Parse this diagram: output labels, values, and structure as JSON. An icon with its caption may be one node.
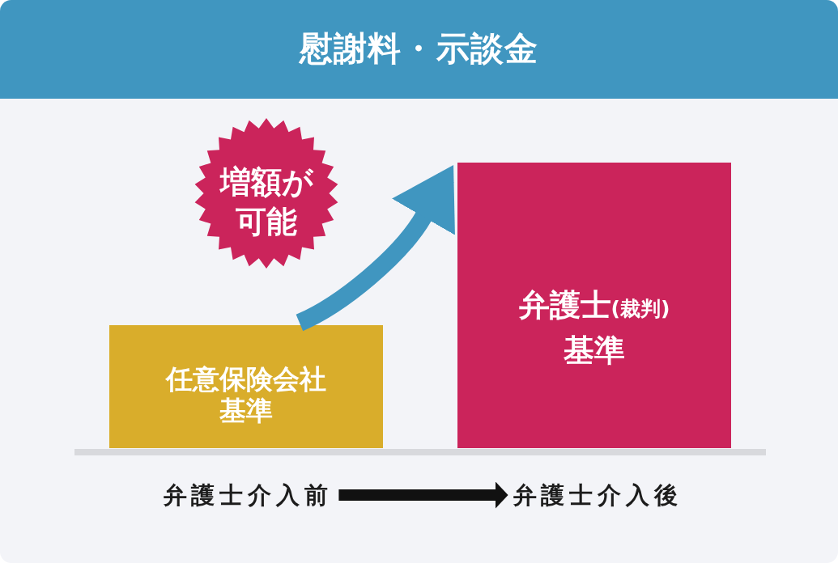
{
  "diagram": {
    "title": "慰謝料・示談金",
    "nodes": [
      {
        "text": [
          "増額が可能"
        ]
      },
      {
        "text": [
          "任意保険会社基準"
        ]
      },
      {
        "text": [
          "弁護士$_{(裁判)}$基準"
        ]
      },
      {
        "text": [
          "弁護士介入前"
        ]
      },
      {
        "text": [
          "弁護士介入後"
        ]
      }
    ],
    "edges": [
      {
        "from": 1,
        "to": 2,
        "arrow": "to",
        "color": "#4096c0"
      },
      {
        "from": 3,
        "to": 4,
        "arrow": "to",
        "color": "#111111"
      }
    ]
  }
}
